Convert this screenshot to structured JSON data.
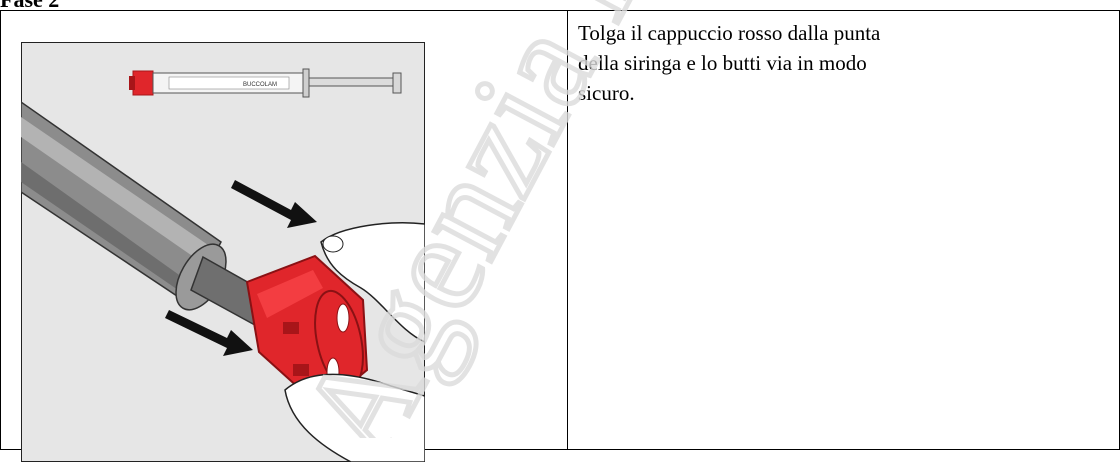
{
  "step": {
    "heading": "Fase 2",
    "instruction": "Tolga il cappuccio rosso dalla punta della siringa e lo butti via in modo sicuro."
  },
  "figure": {
    "syringe_label": "BUCCOLAM",
    "colors": {
      "background": "#e6e6e6",
      "cap_red": "#e0262b",
      "cap_dark": "#a81519",
      "barrel_gray": "#8c8c8c",
      "barrel_dark": "#5e5e5e",
      "arrow": "#111111"
    },
    "icons": [
      "syringe-overview-icon",
      "arrow-icon",
      "hand-icon",
      "red-cap-icon"
    ]
  },
  "watermark": {
    "text": "Agenzia Italiana del Farmaco",
    "color": "#dcdcdc"
  }
}
